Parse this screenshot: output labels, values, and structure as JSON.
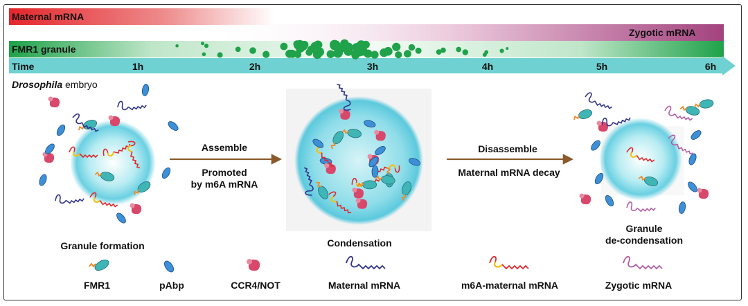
{
  "timeline": {
    "maternal_label": "Maternal mRNA",
    "zygotic_label": "Zygotic mRNA",
    "granule_label": "FMR1 granule",
    "time_label": "Time",
    "ticks": [
      "1h",
      "2h",
      "3h",
      "4h",
      "5h",
      "6h"
    ]
  },
  "embryo": {
    "italic": "Drosophila",
    "rest": " embryo"
  },
  "stages": {
    "formation": "Granule formation",
    "condensation": "Condensation",
    "decondensation_1": "Granule",
    "decondensation_2": "de-condensation"
  },
  "arrows": {
    "assemble": "Assemble",
    "promoted_1": "Promoted",
    "promoted_2": "by m6A mRNA",
    "disassemble": "Disassemble",
    "decay": "Maternal mRNA decay"
  },
  "legend": {
    "fmr1": "FMR1",
    "pabp": "pAbp",
    "ccr4": "CCR4/NOT",
    "maternal": "Maternal mRNA",
    "m6a": "m6A-maternal mRNA",
    "zygotic": "Zygotic mRNA"
  },
  "colors": {
    "maternal": "#e3262b",
    "zygotic": "#a3437e",
    "granule": "#1fa24a",
    "time_arrow": "#6fd1d1",
    "fmr1": "#3fb5b5",
    "pabp": "#3d8fd6",
    "ccr4": "#d7486b",
    "maternal_rna": "#32348a",
    "m6a_rna": "#e0282e",
    "zygotic_rna": "#b25ea3",
    "process_arrow": "#8a5a2b"
  }
}
